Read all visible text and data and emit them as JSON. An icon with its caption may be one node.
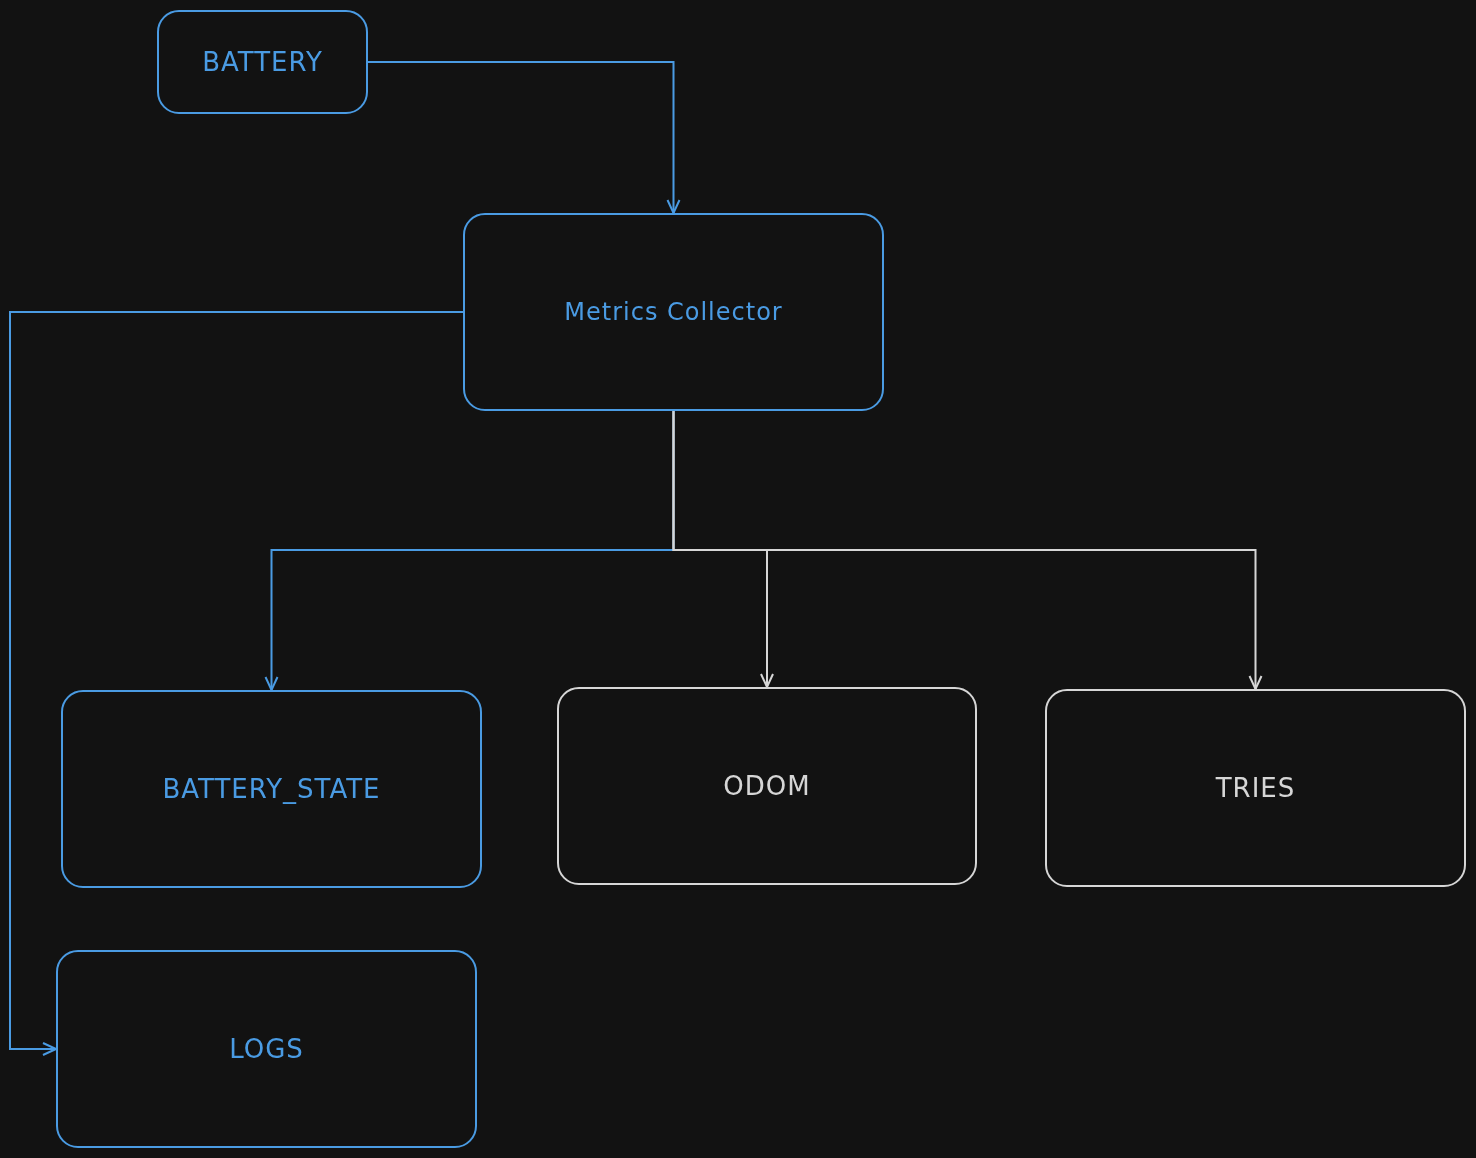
{
  "diagram": {
    "nodes": [
      {
        "text": [
          "BATTERY"
        ]
      },
      {
        "text": [
          "Metrics Collector"
        ]
      },
      {
        "text": [
          "BATTERY_STATE"
        ]
      },
      {
        "text": [
          "ODOM"
        ]
      },
      {
        "text": [
          "TRIES"
        ]
      },
      {
        "text": [
          "LOGS"
        ]
      }
    ],
    "edges": [
      {
        "from": 0,
        "to": 1,
        "arrow": "to"
      },
      {
        "from": 1,
        "to": 2,
        "arrow": "to"
      },
      {
        "from": 1,
        "to": 3,
        "arrow": "to",
        "color": "#d6d6d6"
      },
      {
        "from": 1,
        "to": 4,
        "arrow": "to",
        "color": "#d6d6d6"
      },
      {
        "from": 1,
        "to": 5,
        "arrow": "to"
      }
    ]
  }
}
